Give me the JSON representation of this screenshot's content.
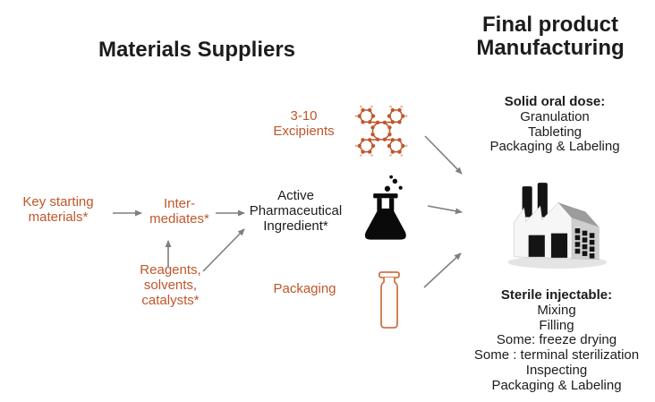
{
  "colors": {
    "accent_orange": "#C0562B",
    "arrow_gray": "#7F7F7F",
    "text_black": "#1C1C1C",
    "factory_gray": "#CFCFCF"
  },
  "headers": {
    "materials_suppliers": "Materials Suppliers",
    "final_product_manufacturing": "Final product\nManufacturing"
  },
  "suppliers": {
    "key_starting_materials": "Key starting\nmaterials*",
    "intermediates": "Inter-\nmediates*",
    "reagents_solvents_catalysts": "Reagents,\nsolvents,\ncatalysts*",
    "active_pharmaceutical_ingredient": "Active\nPharmaceutical\nIngredient*",
    "excipients": "3-10\nExcipients",
    "packaging": "Packaging"
  },
  "manufacturing": {
    "solid_oral": {
      "heading": "Solid oral dose:",
      "steps": "Granulation\nTableting\nPackaging & Labeling"
    },
    "sterile": {
      "heading": "Sterile injectable:",
      "steps": "Mixing\nFilling\nSome: freeze drying\nSome : terminal sterilization\nInspecting\nPackaging & Labeling"
    }
  },
  "icons": {
    "molecule": "excipients-molecule-icon",
    "flask": "api-flask-icon",
    "vial": "packaging-vial-icon",
    "factory": "manufacturing-factory-icon"
  }
}
